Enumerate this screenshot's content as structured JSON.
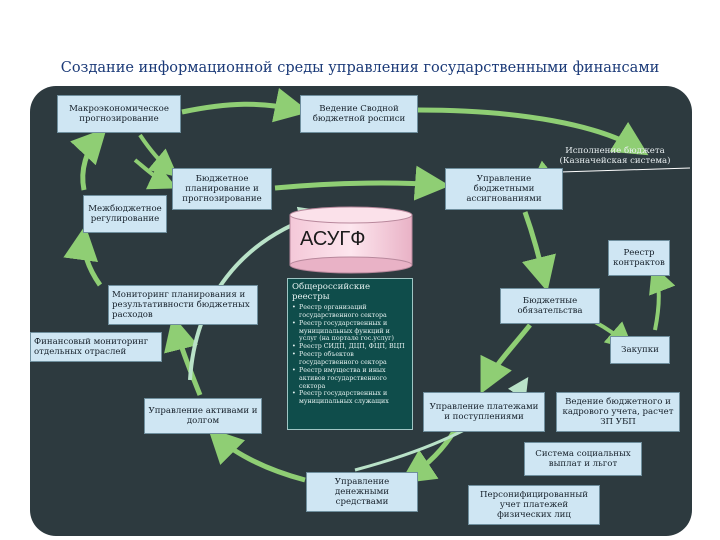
{
  "title": "Создание информационной среды управления государственными финансами",
  "center_label": "АСУГФ",
  "boxes": {
    "macro": "Макроэкономическое прогнозирование",
    "consolidated": "Ведение Сводной бюджетной росписи",
    "execution": "Исполнение бюджета (Казначейская система)",
    "interbudget": "Межбюджетное регулирование",
    "budget_planning": "Бюджетное планирование и прогнозирование",
    "assignments": "Управление бюджетными ассигнованиями",
    "contracts_registry": "Реестр контрактов",
    "monitoring": "Мониторинг планирования и результативности бюджетных расходов",
    "budget_obligations": "Бюджетные обязательства",
    "financial_monitoring": "Финансовый мониторинг отдельных отраслей",
    "procurement": "Закупки",
    "assets": "Управление активами и долгом",
    "payments": "Управление платежами и поступлениями",
    "accounting": "Ведение бюджетного и кадрового учета, расчет ЗП УБП",
    "social": "Система социальных выплат и льгот",
    "cash": "Управление денежными средствами",
    "personal": "Персонифицированный учет платежей физических лиц"
  },
  "registry": {
    "title": "Общероссийские реестры",
    "items": [
      "Реестр организаций государственного сектора",
      "Реестр государственных и муниципальных функций и услуг (на портале гос.услуг)",
      "Реестр СИДП, ДЦП, ФЦП, ВЦП",
      "Реестр объектов государственного сектора",
      "Реестр имущества и иных активов государственного сектора",
      "Реестр государственных и муниципальных служащих"
    ]
  },
  "colors": {
    "panel": "#2d3a3f",
    "arrow": "#8fce74",
    "box_fill": "#cfe6f3",
    "registry_fill": "#0f4d4b",
    "title": "#1b3a78"
  }
}
